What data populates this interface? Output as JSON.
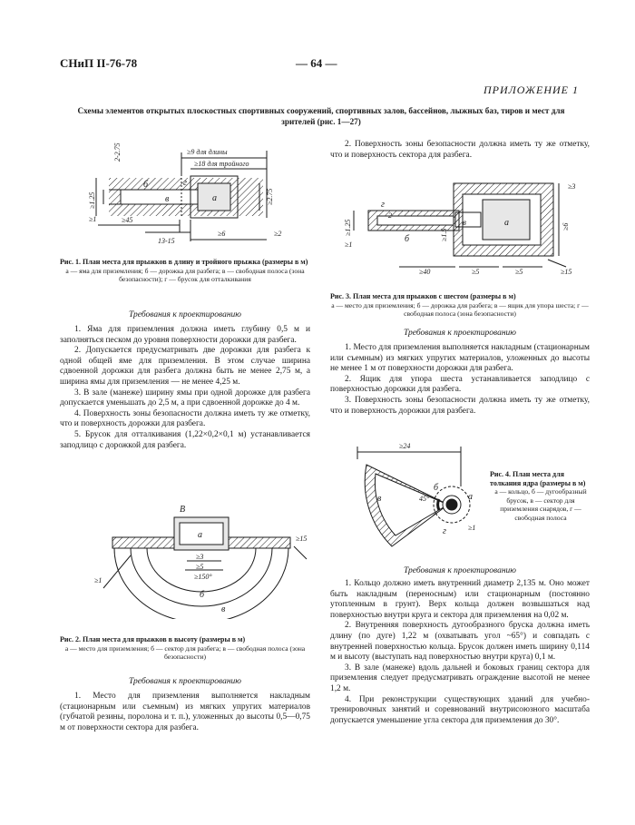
{
  "header": {
    "code": "СНиП II-76-78",
    "page": "— 64 —",
    "appendix": "ПРИЛОЖЕНИЕ 1"
  },
  "title": "Схемы элементов открытых плоскостных спортивных сооружений, спортивных залов, бассейнов, лыжных баз, тиров и мест для зрителей (рис. 1—27)",
  "fig1": {
    "caption": "Рис. 1. План места для прыжков в длину и тройного прыжка (размеры в м)",
    "legend": "а — яма для приземления; б — дорожка для разбега; в — свободная полоса (зона безопасности); г — брусок для отталкивания",
    "labels": {
      "l9": "≥9 для длины",
      "l18": "≥18 для тройного",
      "l275": "2-2.75",
      "l125": "≥1.25",
      "l1": "≥1",
      "l45": "≥45",
      "l1315": "13-15",
      "l6": "≥6",
      "l2": "≥2",
      "la": "а",
      "lb": "б",
      "lv": "в",
      "lg": "г",
      "l275b": "≥2.75"
    }
  },
  "req1": {
    "heading": "Требования к проектированию",
    "items": [
      "1. Яма для приземления должна иметь глубину 0,5 м и заполняться песком до уровня поверхности дорожки для разбега.",
      "2. Допускается предусматривать две дорожки для разбега к одной общей яме для приземления. В этом случае ширина сдвоенной дорожки для разбега должна быть не менее 2,75 м, а ширина ямы для приземления — не менее 4,25 м.",
      "3. В зале (манеже) ширину ямы при одной дорожке для разбега допускается уменьшать до 2,5 м, а при сдвоенной дорожке до 4 м.",
      "4. Поверхность зоны безопасности должна иметь ту же отметку, что и поверхность дорожки для разбега.",
      "5. Брусок для отталкивания (1,22×0,2×0,1 м) устанавливается заподлицо с дорожкой для разбега."
    ]
  },
  "fig2": {
    "caption": "Рис. 2. План места для прыжков в высоту (размеры в м)",
    "legend": "а — место для приземления; б — сектор для разбега; в — свободная полоса (зона безопасности)",
    "labels": {
      "l3": "≥3",
      "l5": "≥5",
      "l15": "≥15",
      "l150": "≥150°",
      "l1": "≥1",
      "la": "а",
      "lb": "б",
      "lv": "в",
      "lB": "В"
    }
  },
  "req2": {
    "heading": "Требования к проектированию",
    "items": [
      "1. Место для приземления выполняется накладным (стационарным или съемным) из мягких упругих материалов (губчатой резины, поролона и т. п.), уложенных до высоты 0,5—0,75 м от поверхности сектора для разбега."
    ]
  },
  "col2_top": "2. Поверхность зоны безопасности должна иметь ту же отметку, что и поверхность сектора для разбега.",
  "fig3": {
    "caption": "Рис. 3. План места для прыжков с шестом (размеры в м)",
    "legend": "а — место для приземления; б — дорожка для разбега; в — ящик для упора шеста; г — свободная полоса (зона безопасности)",
    "labels": {
      "l40": "≥40",
      "l5a": "≥5",
      "l5b": "≥5",
      "l15": "≥15",
      "l125": "≥1.25",
      "l1": "≥1",
      "l6": "≥6",
      "l3": "≥3",
      "l15b": "≥1.5",
      "la": "а",
      "lb": "б",
      "lv": "в",
      "lg": "г",
      "l2": "2"
    }
  },
  "req3": {
    "heading": "Требования к проектированию",
    "items": [
      "1. Место для приземления выполняется накладным (стационарным или съемным) из мягких упругих материалов, уложенных до высоты не менее 1 м от поверхности дорожки для разбега.",
      "2. Ящик для упора шеста устанавливается заподлицо с поверхностью дорожки для разбега.",
      "3. Поверхность зоны безопасности должна иметь ту же отметку, что и поверхность дорожки для разбега."
    ]
  },
  "fig4": {
    "caption": "Рис. 4. План места для толкания ядра (размеры в м)",
    "legend": "а — кольцо, б — дугообразный брусок, в — сектор для приземления снарядов, г — свободная полоса",
    "labels": {
      "l24": "≥24",
      "l45": "45°",
      "l1": "≥1",
      "la": "а",
      "lb": "б",
      "lv": "в",
      "lg": "г"
    }
  },
  "req4": {
    "heading": "Требования к проектированию",
    "items": [
      "1. Кольцо должно иметь внутренний диаметр 2,135 м. Оно может быть накладным (переносным) или стационарным (постоянно утопленным в грунт). Верх кольца должен возвышаться над поверхностью внутри круга и сектора для приземления на 0,02 м.",
      "2. Внутренняя поверхность дугообразного бруска должна иметь длину (по дуге) 1,22 м (охватывать угол ~65°) и совпадать с внутренней поверхностью кольца. Брусок должен иметь ширину 0,114 м и высоту (выступать над поверхностью внутри круга) 0,1 м.",
      "3. В зале (манеже) вдоль дальней и боковых границ сектора для приземления следует предусматривать ограждение высотой не менее 1,2 м.",
      "4. При реконструкции существующих зданий для учебно-тренировочных занятий и соревнований внутрисоюзного масштаба допускается уменьшение угла сектора для приземления до 30°."
    ]
  }
}
